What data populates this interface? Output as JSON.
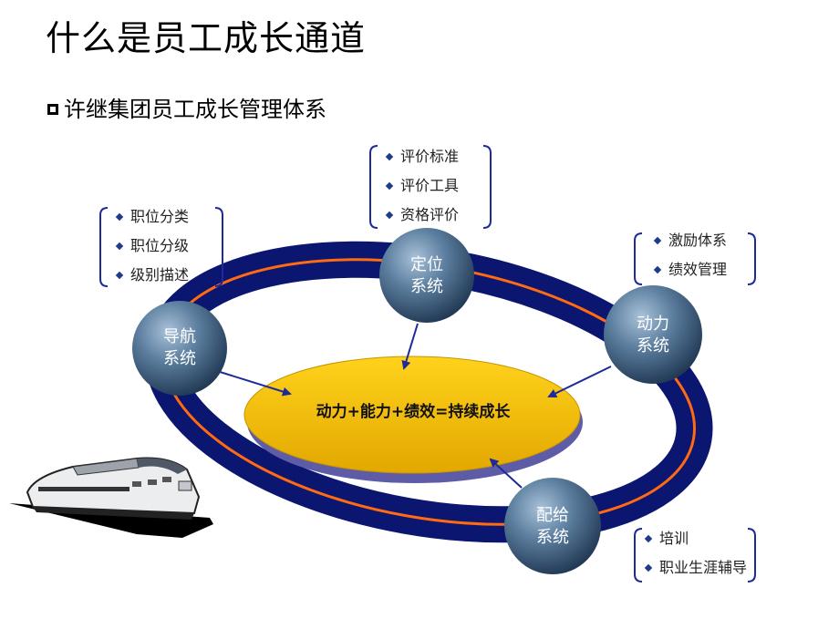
{
  "title": "什么是员工成长通道",
  "subtitle": "许继集团员工成长管理体系",
  "center": "动力+能力+绩效=持续成长",
  "nodes": {
    "navigation": {
      "line1": "导航",
      "line2": "系统"
    },
    "positioning": {
      "line1": "定位",
      "line2": "系统"
    },
    "motivation": {
      "line1": "动力",
      "line2": "系统"
    },
    "allocation": {
      "line1": "配给",
      "line2": "系统"
    }
  },
  "lists": {
    "navigation": [
      "职位分类",
      "职位分级",
      "级别描述"
    ],
    "positioning": [
      "评价标准",
      "评价工具",
      "资格评价"
    ],
    "motivation": [
      "激励体系",
      "绩效管理"
    ],
    "allocation": [
      "培训",
      "职业生涯辅导"
    ]
  },
  "colors": {
    "ring": "#0a1670",
    "ring_line": "#ff6a13",
    "center_fill": "#f5c400",
    "center_shadow": "#5e5ca6",
    "sphere": "#4d6f8f",
    "bullet": "#1e3a8a"
  }
}
